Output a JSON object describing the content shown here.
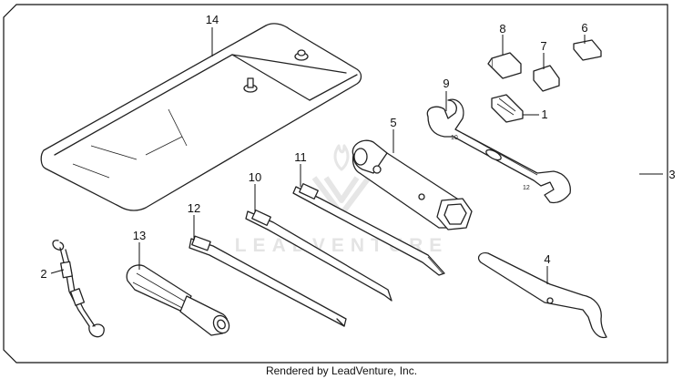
{
  "credit": "Rendered by LeadVenture, Inc.",
  "watermark": {
    "text": "LEADVENTURE"
  },
  "callouts": [
    "1",
    "2",
    "3",
    "4",
    "5",
    "6",
    "7",
    "8",
    "9",
    "10",
    "11",
    "12",
    "13",
    "14"
  ],
  "colors": {
    "line": "#222222",
    "watermark": "#e4e4e4"
  }
}
